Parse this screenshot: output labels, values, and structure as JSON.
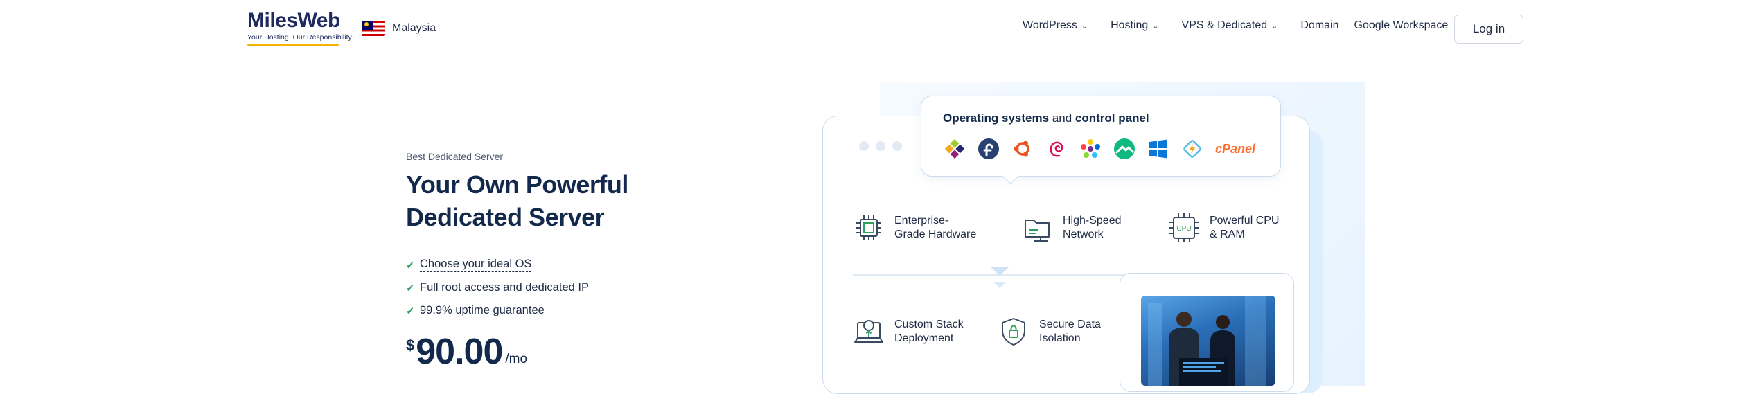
{
  "header": {
    "logo_name": "MilesWeb",
    "logo_tagline": "Your Hosting, Our Responsibility.",
    "country": "Malaysia",
    "nav": [
      {
        "label": "WordPress",
        "dropdown": true
      },
      {
        "label": "Hosting",
        "dropdown": true
      },
      {
        "label": "VPS & Dedicated",
        "dropdown": true
      },
      {
        "label": "Domain",
        "dropdown": false
      },
      {
        "label": "Google Workspace",
        "dropdown": false
      }
    ],
    "login_label": "Log in"
  },
  "hero": {
    "eyebrow": "Best Dedicated Server",
    "title": "Your Own Powerful Dedicated Server",
    "bullets": [
      "Choose your ideal OS",
      "Full root access and dedicated IP",
      "99.9% uptime guarantee"
    ],
    "price": {
      "currency": "$",
      "amount": "90.00",
      "period": "/mo"
    }
  },
  "illustration": {
    "os_title_part1": "Operating systems",
    "os_title_and": "and",
    "os_title_part2": "control panel",
    "os_icons": [
      "centos-icon",
      "fedora-icon",
      "ubuntu-icon",
      "debian-icon",
      "almalinux-icon",
      "rocky-linux-icon",
      "windows-icon",
      "plesk-icon"
    ],
    "cpanel_label": "cPanel",
    "features": [
      {
        "icon": "chip-icon",
        "line1": "Enterprise-",
        "line2": "Grade Hardware"
      },
      {
        "icon": "network-folder-icon",
        "line1": "High-Speed",
        "line2": "Network"
      },
      {
        "icon": "cpu-icon",
        "icon_text": "CPU",
        "line1": "Powerful CPU",
        "line2": "& RAM"
      },
      {
        "icon": "laptop-deploy-icon",
        "line1": "Custom Stack",
        "line2": "Deployment"
      },
      {
        "icon": "shield-lock-icon",
        "line1": "Secure Data",
        "line2": "Isolation"
      }
    ]
  },
  "colors": {
    "primary_text": "#13294b",
    "check_green": "#2f9e5e",
    "logo_accent": "#f5b400",
    "cpanel_orange": "#ff6c2c",
    "card_border": "#cddbeb"
  }
}
